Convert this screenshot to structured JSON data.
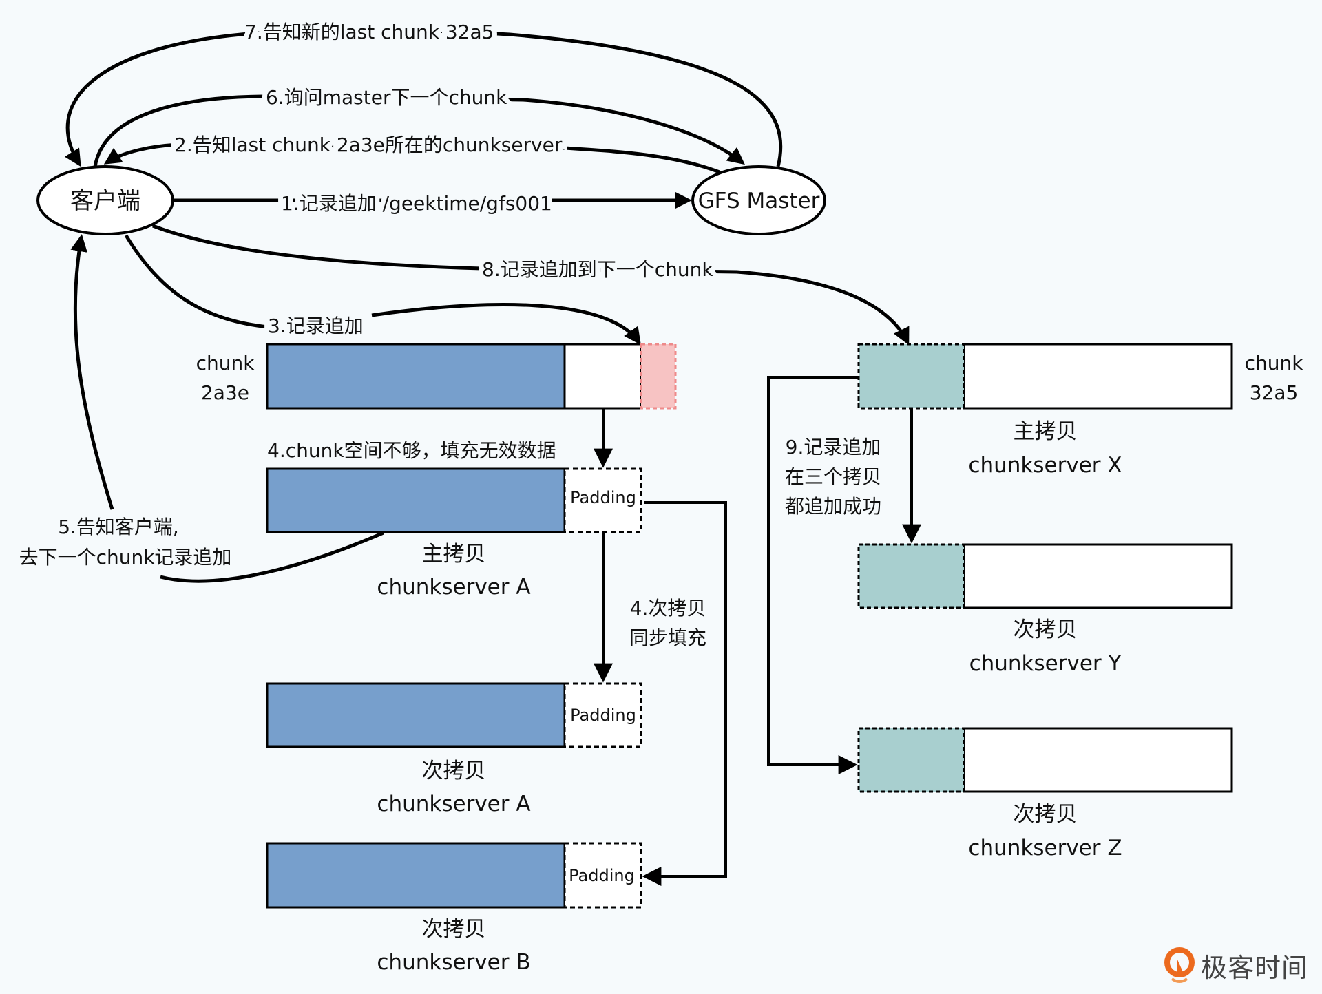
{
  "nodes": {
    "client": "客户端",
    "master": "GFS Master"
  },
  "arrows": {
    "step1": "1.记录追加 /geektime/gfs001",
    "step2": "2.告知last chunk 2a3e所在的chunkserver",
    "step3": "3.记录追加",
    "step4": "4.chunk空间不够，填充无效数据",
    "step4b_line1": "4.次拷贝",
    "step4b_line2": "同步填充",
    "step5_line1": "5.告知客户端,",
    "step5_line2": "去下一个chunk记录追加",
    "step6": "6.询问master下一个chunk",
    "step7": "7.告知新的last chunk 32a5",
    "step8": "8.记录追加到下一个chunk",
    "step9_line1": "9.记录追加",
    "step9_line2": "在三个拷贝",
    "step9_line3": "都追加成功"
  },
  "chunks": {
    "old_line1": "chunk",
    "old_line2": "2a3e",
    "new_line1": "chunk",
    "new_line2": "32a5",
    "padding": "Padding"
  },
  "replicas_left": [
    {
      "role": "主拷贝",
      "server": "chunkserver A"
    },
    {
      "role": "次拷贝",
      "server": "chunkserver A"
    },
    {
      "role": "次拷贝",
      "server": "chunkserver B"
    }
  ],
  "replicas_right": [
    {
      "role": "主拷贝",
      "server": "chunkserver X"
    },
    {
      "role": "次拷贝",
      "server": "chunkserver Y"
    },
    {
      "role": "次拷贝",
      "server": "chunkserver Z"
    }
  ],
  "colors": {
    "background": "#f6fafc",
    "data_fill": "#779fcc",
    "new_record_fill": "#a8cfcf",
    "overflow_fill": "#f7c3c3",
    "overflow_stroke": "#ee8a8a",
    "brand_orange": "#ec6a1e"
  },
  "watermark": "极客时间"
}
